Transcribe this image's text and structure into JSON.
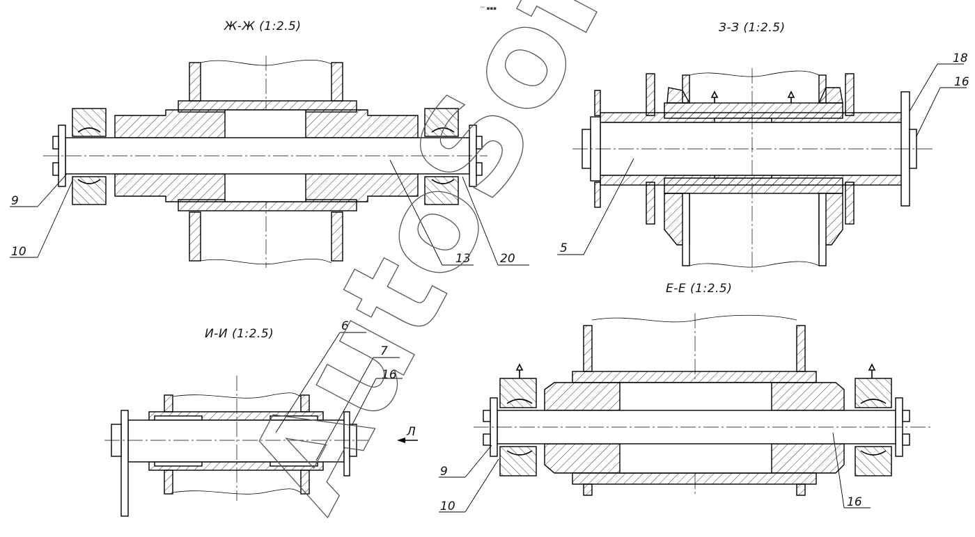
{
  "views": [
    {
      "id": "zh",
      "title": "Ж-Ж (1:2.5)"
    },
    {
      "id": "z",
      "title": "З-З (1:2.5)"
    },
    {
      "id": "i",
      "title": "И-И (1:2.5)"
    },
    {
      "id": "e",
      "title": "Е-Е (1:2.5)"
    }
  ],
  "callouts": {
    "zh": [
      "9",
      "10",
      "13",
      "20"
    ],
    "z": [
      "18",
      "16",
      "5"
    ],
    "i": [
      "6",
      "7",
      "16"
    ],
    "e": [
      "9",
      "10",
      "16"
    ]
  },
  "direction_label": "Л",
  "watermark": "AutoSoft",
  "corner_mark": "⁰⁺ ▪▪▪"
}
